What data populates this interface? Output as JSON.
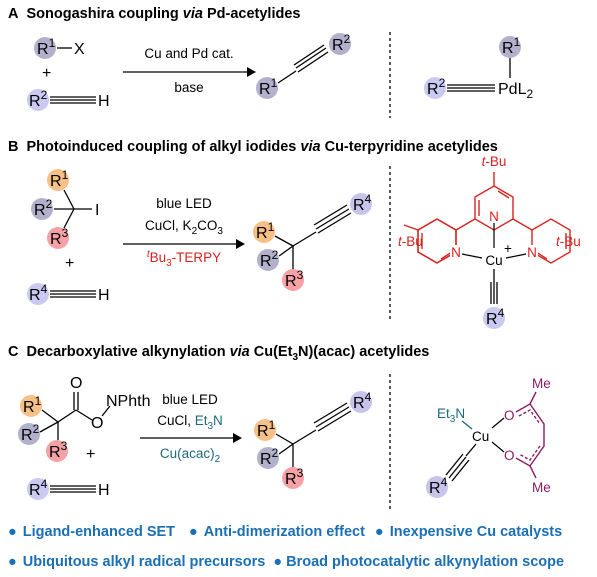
{
  "panel_a": {
    "label": "A",
    "title": "Sonogashira coupling ",
    "title_via": "via",
    "title_end": " Pd-acetylides",
    "r1": "R",
    "r1_sup": "1",
    "r2": "R",
    "r2_sup": "2",
    "x": "X",
    "plus": "+",
    "h": "H",
    "cond_top": "Cu and Pd cat.",
    "cond_bottom": "base",
    "pd": "PdL",
    "pd_sub": "2"
  },
  "panel_b": {
    "label": "B",
    "title": "Photoinduced coupling of alkyl iodides ",
    "title_via": "via",
    "title_end": " Cu-terpyridine acetylides",
    "i": "I",
    "r3_sup": "3",
    "r4_sup": "4",
    "cond_1": "blue LED",
    "cond_2": "CuCl, K",
    "cond_2_sub1": "2",
    "cond_2_mid": "CO",
    "cond_2_sub2": "3",
    "cond_3_sup": "t",
    "cond_3": "Bu",
    "cond_3_sub": "3",
    "cond_3_end": "-TERPY",
    "tbu": "Bu",
    "tbu_t": "t",
    "tbu_left": "-Bu",
    "n": "N",
    "cu": "Cu",
    "cu_charge": "+"
  },
  "panel_c": {
    "label": "C",
    "title": "Decarboxylative alkynylation ",
    "title_via": "via",
    "title_mid": "  Cu(Et",
    "title_sub": "3",
    "title_end": "N)(acac) acetylides",
    "o": "O",
    "nphth": "NPhth",
    "cond_1": "blue LED",
    "cond_2": "CuCl, ",
    "cond_2_et": "Et",
    "cond_2_sub": "3",
    "cond_2_end": "N",
    "cond_3": "Cu(acac)",
    "cond_3_sub": "2",
    "et3n": "Et",
    "et3n_sub": "3",
    "et3n_end": "N",
    "me": "Me"
  },
  "bullets": [
    "Ligand-enhanced SET",
    "Anti-dimerization effect",
    "Inexpensive Cu catalysts",
    "Ubiquitous alkyl radical precursors",
    "Broad photocatalytic alkynylation scope"
  ],
  "bullet_symbol": "●",
  "colors": {
    "red": "#d8231f",
    "teal": "#1d6b7a",
    "purple": "#8c1b62",
    "bullet_blue": "#1a6fb5",
    "r1_orange": "#f7c086",
    "r3_pink": "#f6a1a6",
    "r4_blue": "#c9c9f2",
    "r_grey": "#b3b0cc"
  }
}
